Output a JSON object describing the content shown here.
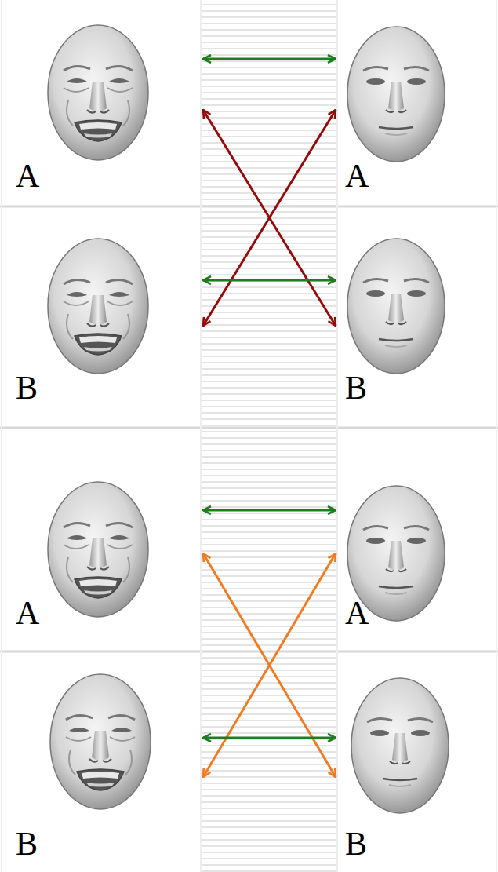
{
  "diagram": {
    "nodes": [
      {
        "text": [
          "A"
        ]
      },
      {
        "text": [
          "A"
        ]
      },
      {
        "text": [
          "B"
        ]
      },
      {
        "text": [
          "B"
        ]
      },
      {
        "text": [
          "A"
        ]
      },
      {
        "text": [
          "A"
        ]
      },
      {
        "text": [
          "B"
        ]
      },
      {
        "text": [
          "B"
        ]
      }
    ],
    "edges": [
      {
        "from": 0,
        "to": 1,
        "arrow": "both"
      },
      {
        "from": 0,
        "to": 3,
        "arrow": "both"
      },
      {
        "from": 2,
        "to": 1,
        "arrow": "both"
      },
      {
        "from": 2,
        "to": 3,
        "arrow": "both"
      },
      {
        "from": 4,
        "to": 5,
        "arrow": "both"
      },
      {
        "from": 4,
        "to": 7,
        "arrow": "both"
      },
      {
        "from": 6,
        "to": 5,
        "arrow": "both"
      },
      {
        "from": 6,
        "to": 7,
        "arrow": "both"
      }
    ]
  }
}
